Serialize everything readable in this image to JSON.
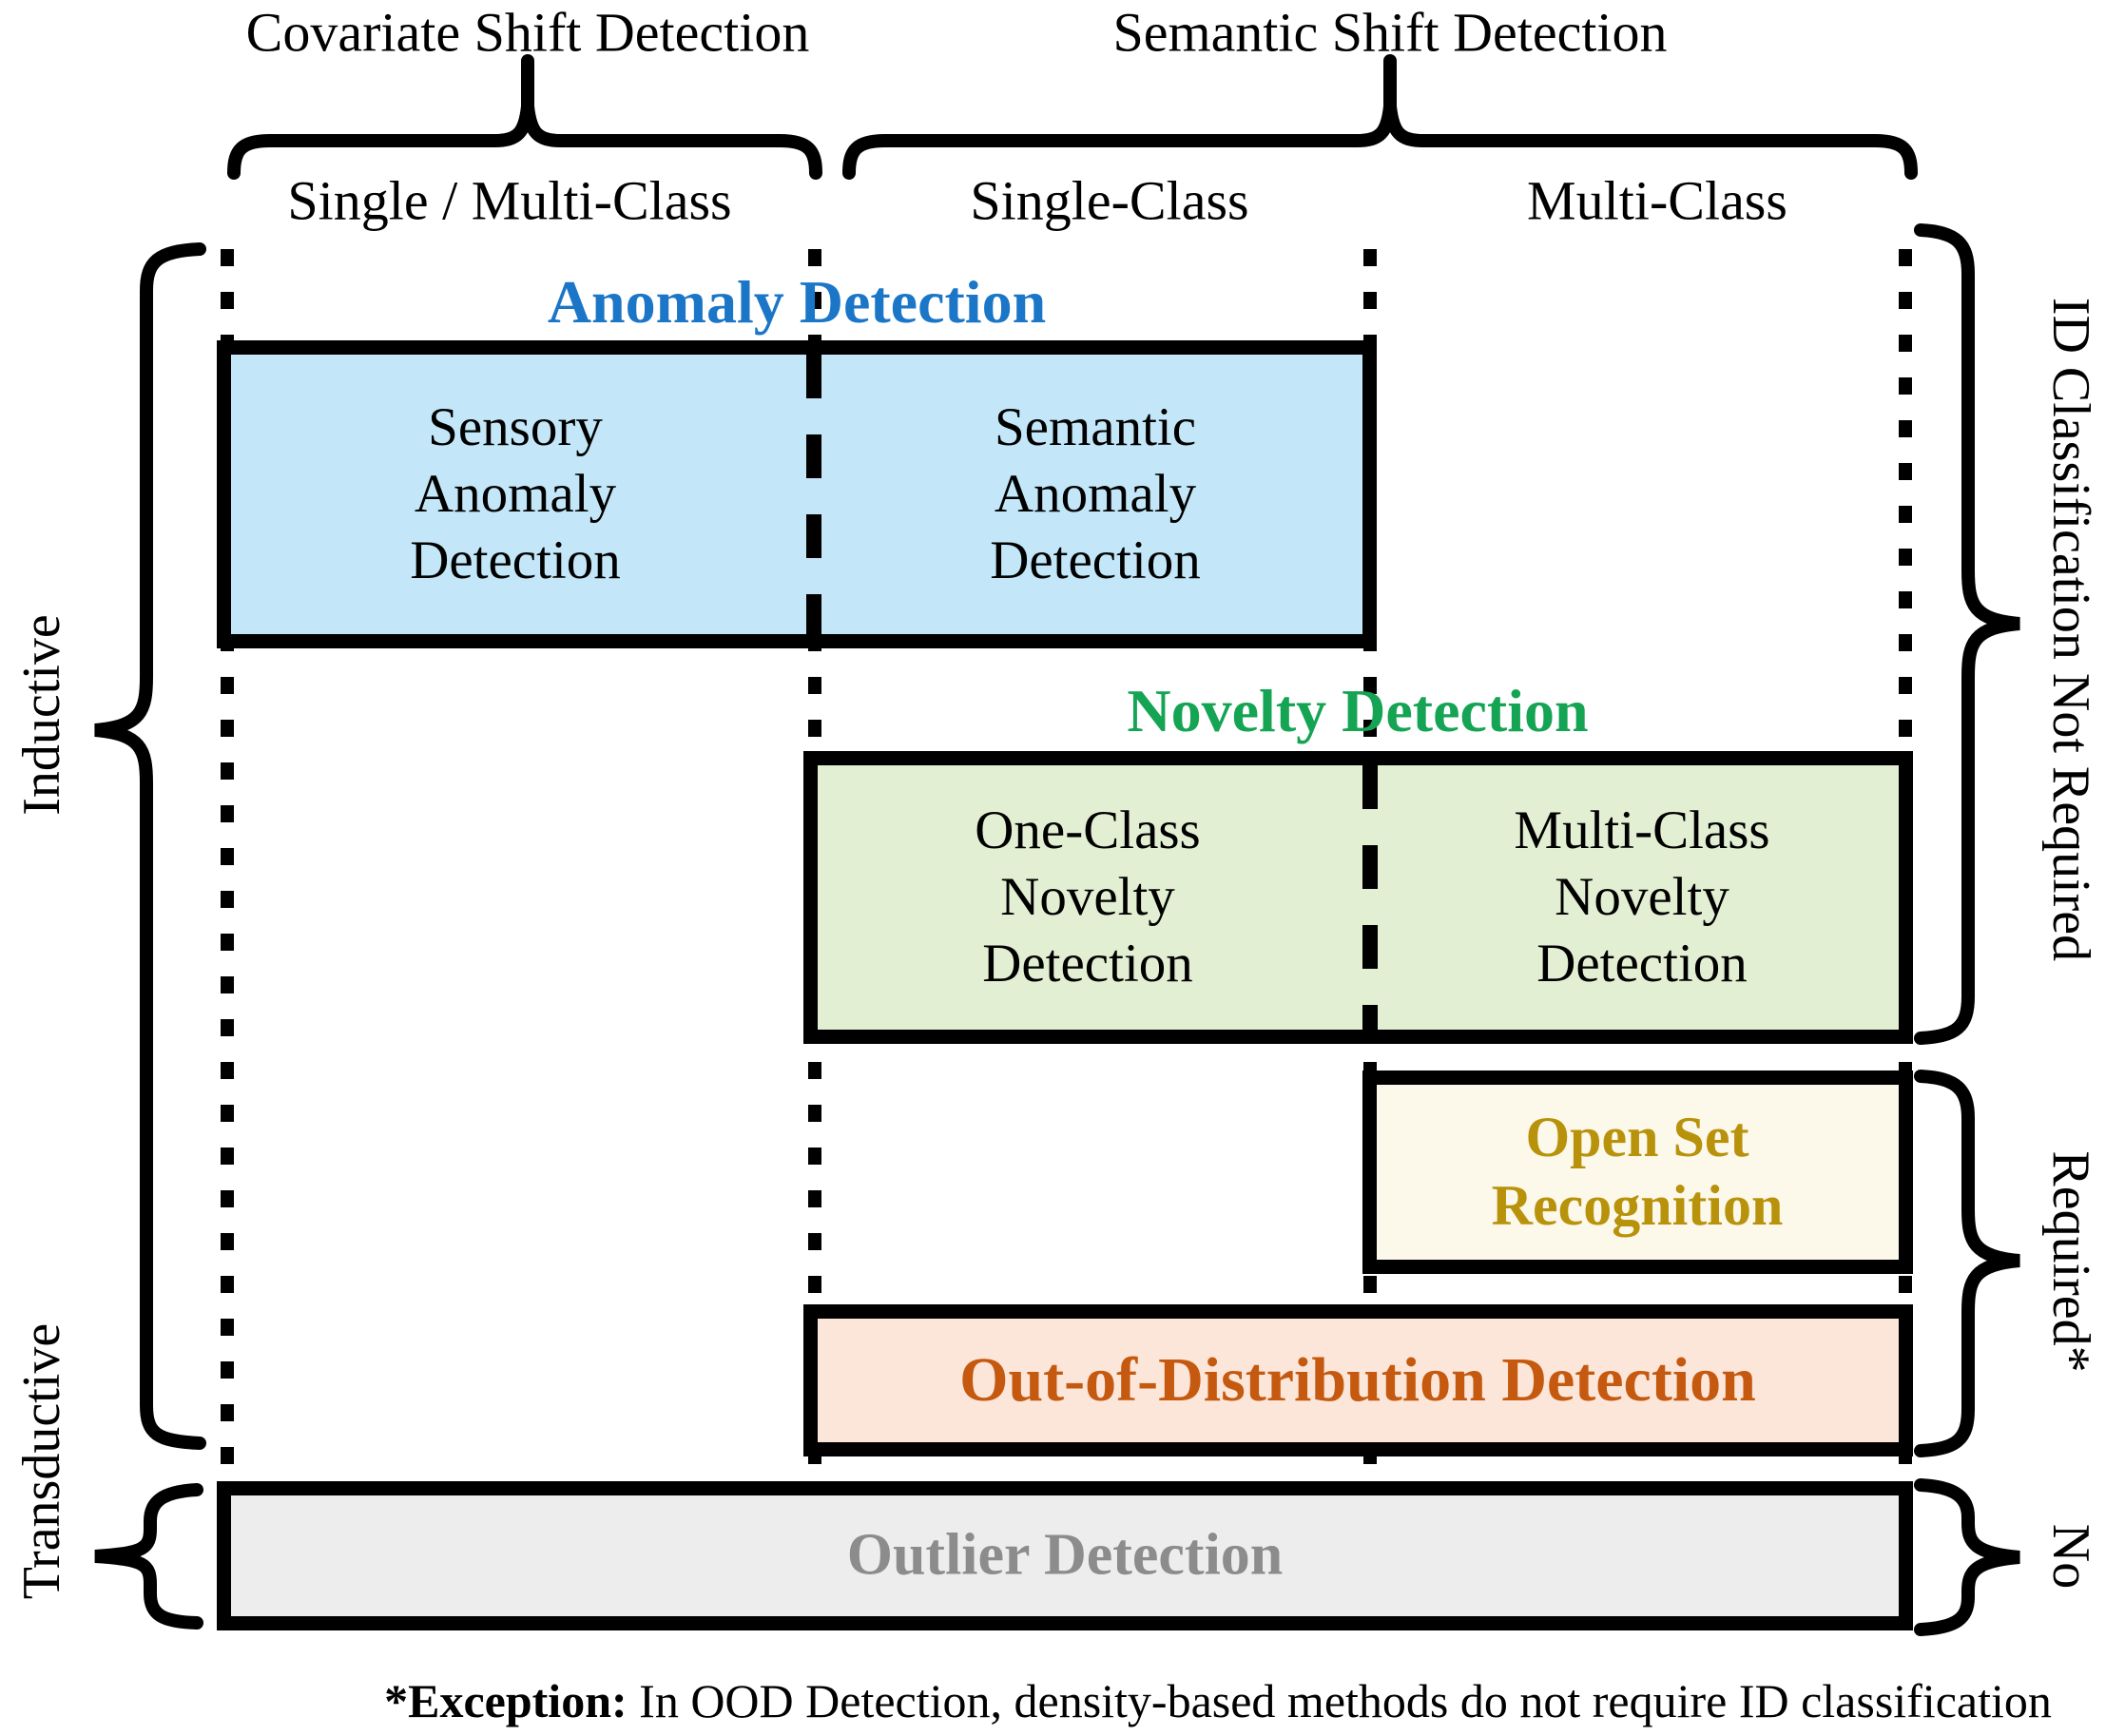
{
  "figure": {
    "top_groups": {
      "covariate": "Covariate Shift Detection",
      "semantic": "Semantic Shift Detection"
    },
    "columns": {
      "col1": "Single / Multi-Class",
      "col2": "Single-Class",
      "col3": "Multi-Class"
    },
    "left_labels": {
      "inductive": "Inductive",
      "transductive": "Transductive"
    },
    "right_labels": {
      "top": "ID Classification Not Required",
      "middle": "Required*",
      "bottom": "No"
    },
    "boxes": {
      "anomaly": {
        "header": "Anomaly Detection",
        "header_color": "#1b76c7",
        "fill": "#c3e7f8",
        "border_color": "#000000",
        "cells": [
          "Sensory\nAnomaly\nDetection",
          "Semantic\nAnomaly\nDetection"
        ]
      },
      "novelty": {
        "header": "Novelty Detection",
        "header_color": "#14a453",
        "fill": "#e3efd2",
        "border_color": "#000000",
        "cells": [
          "One-Class\nNovelty\nDetection",
          "Multi-Class\nNovelty\nDetection"
        ]
      },
      "osr": {
        "label": "Open Set\nRecognition",
        "text_color": "#b8920b",
        "fill": "#fcf8ea",
        "border_color": "#000000"
      },
      "ood": {
        "label": "Out-of-Distribution Detection",
        "text_color": "#c5590f",
        "fill": "#fbe6d9",
        "border_color": "#000000"
      },
      "outlier": {
        "label": "Outlier Detection",
        "text_color": "#8c8c8c",
        "fill": "#ededed",
        "border_color": "#000000"
      }
    },
    "footnote": {
      "prefix": "*Exception:",
      "rest": " In OOD Detection, density-based methods do not require ID classification"
    }
  }
}
